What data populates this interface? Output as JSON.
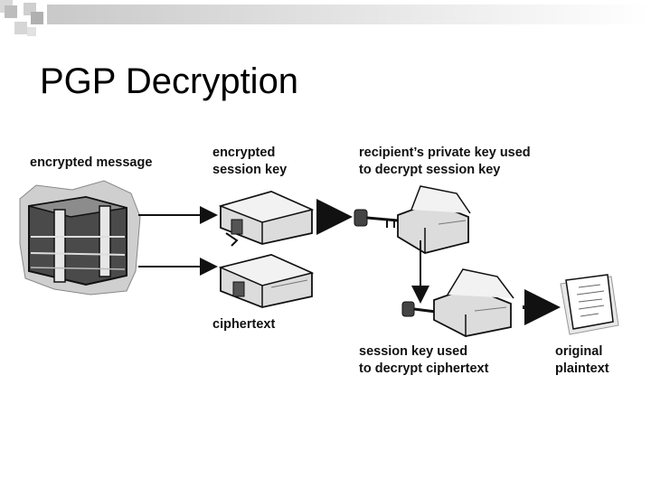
{
  "slide": {
    "title": "PGP Decryption"
  },
  "labels": {
    "encrypted_message": "encrypted message",
    "encrypted_session_key": [
      "encrypted",
      "session key"
    ],
    "ciphertext": "ciphertext",
    "private_key_used": [
      "recipient’s private key used",
      "to decrypt session key"
    ],
    "session_key_used": [
      "session key used",
      "to decrypt ciphertext"
    ],
    "original_plaintext": [
      "original",
      "plaintext"
    ]
  },
  "icons": [
    "encrypted-package-illustration",
    "locked-box-illustration",
    "key-illustration",
    "open-box-illustration",
    "plaintext-page-illustration"
  ],
  "colors": {
    "line": "#111111",
    "box_fill": "#e9e9e9",
    "box_dark": "#555555"
  }
}
